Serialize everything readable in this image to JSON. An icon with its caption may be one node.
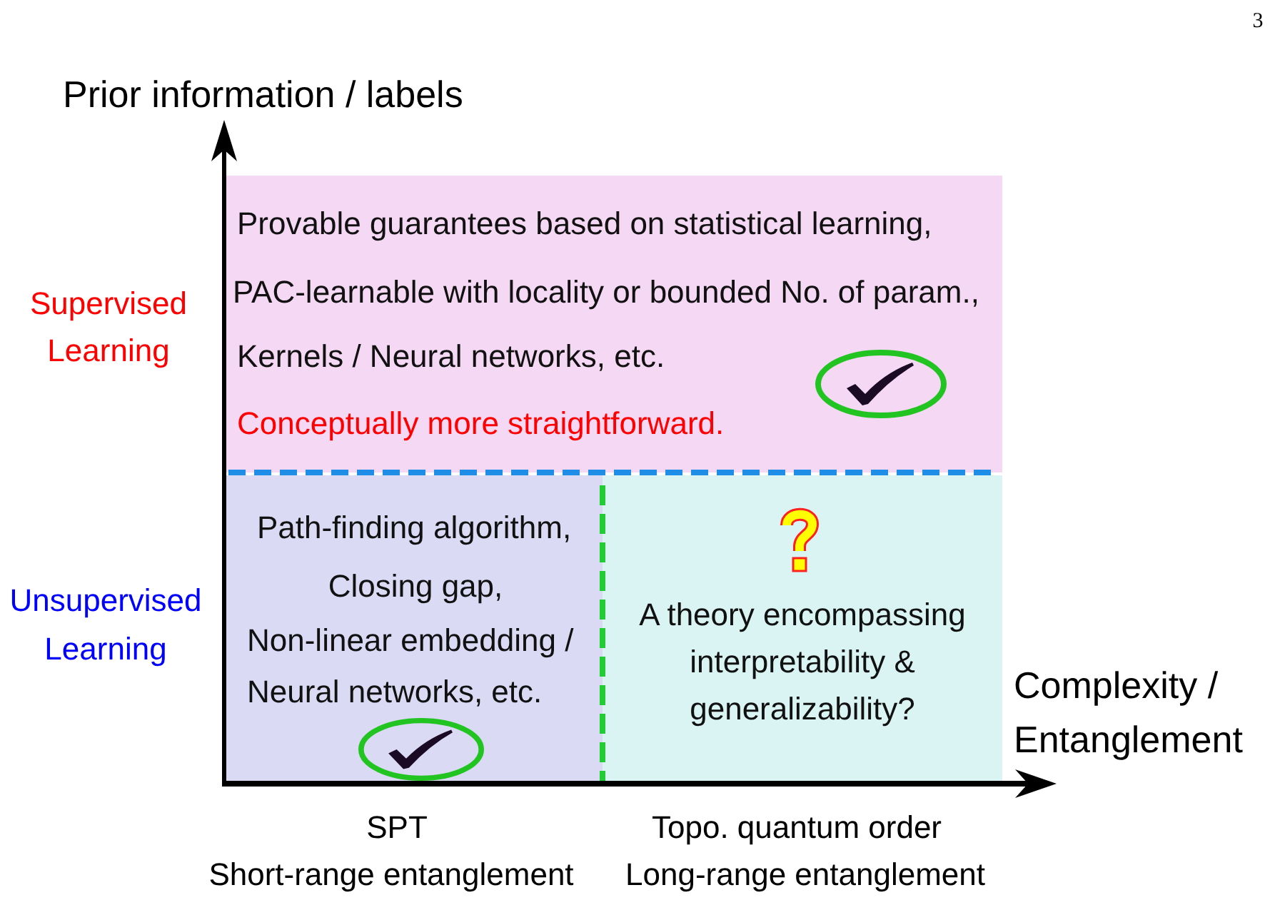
{
  "diagram": {
    "nodes": [
      {
        "text": [
          "Provable guarantees based on statistical learning,",
          "PAC-learnable with locality or bounded No. of param.,",
          "Kernels / Neural networks, etc.",
          "Conceptually more straightforward."
        ]
      },
      {
        "text": [
          "Path-finding algorithm,",
          "Closing gap,",
          "Non-linear embedding / Neural networks, etc."
        ]
      },
      {
        "text": [
          "A theory encompassing interpretability & generalizability?"
        ]
      }
    ],
    "labels": [
      "3",
      "Prior information / labels",
      "Supervised Learning",
      "Unsupervised Learning",
      "Complexity / Entanglement",
      "SPT",
      "Topo. quantum order",
      "Short-range entanglement",
      "Long-range entanglement"
    ]
  }
}
